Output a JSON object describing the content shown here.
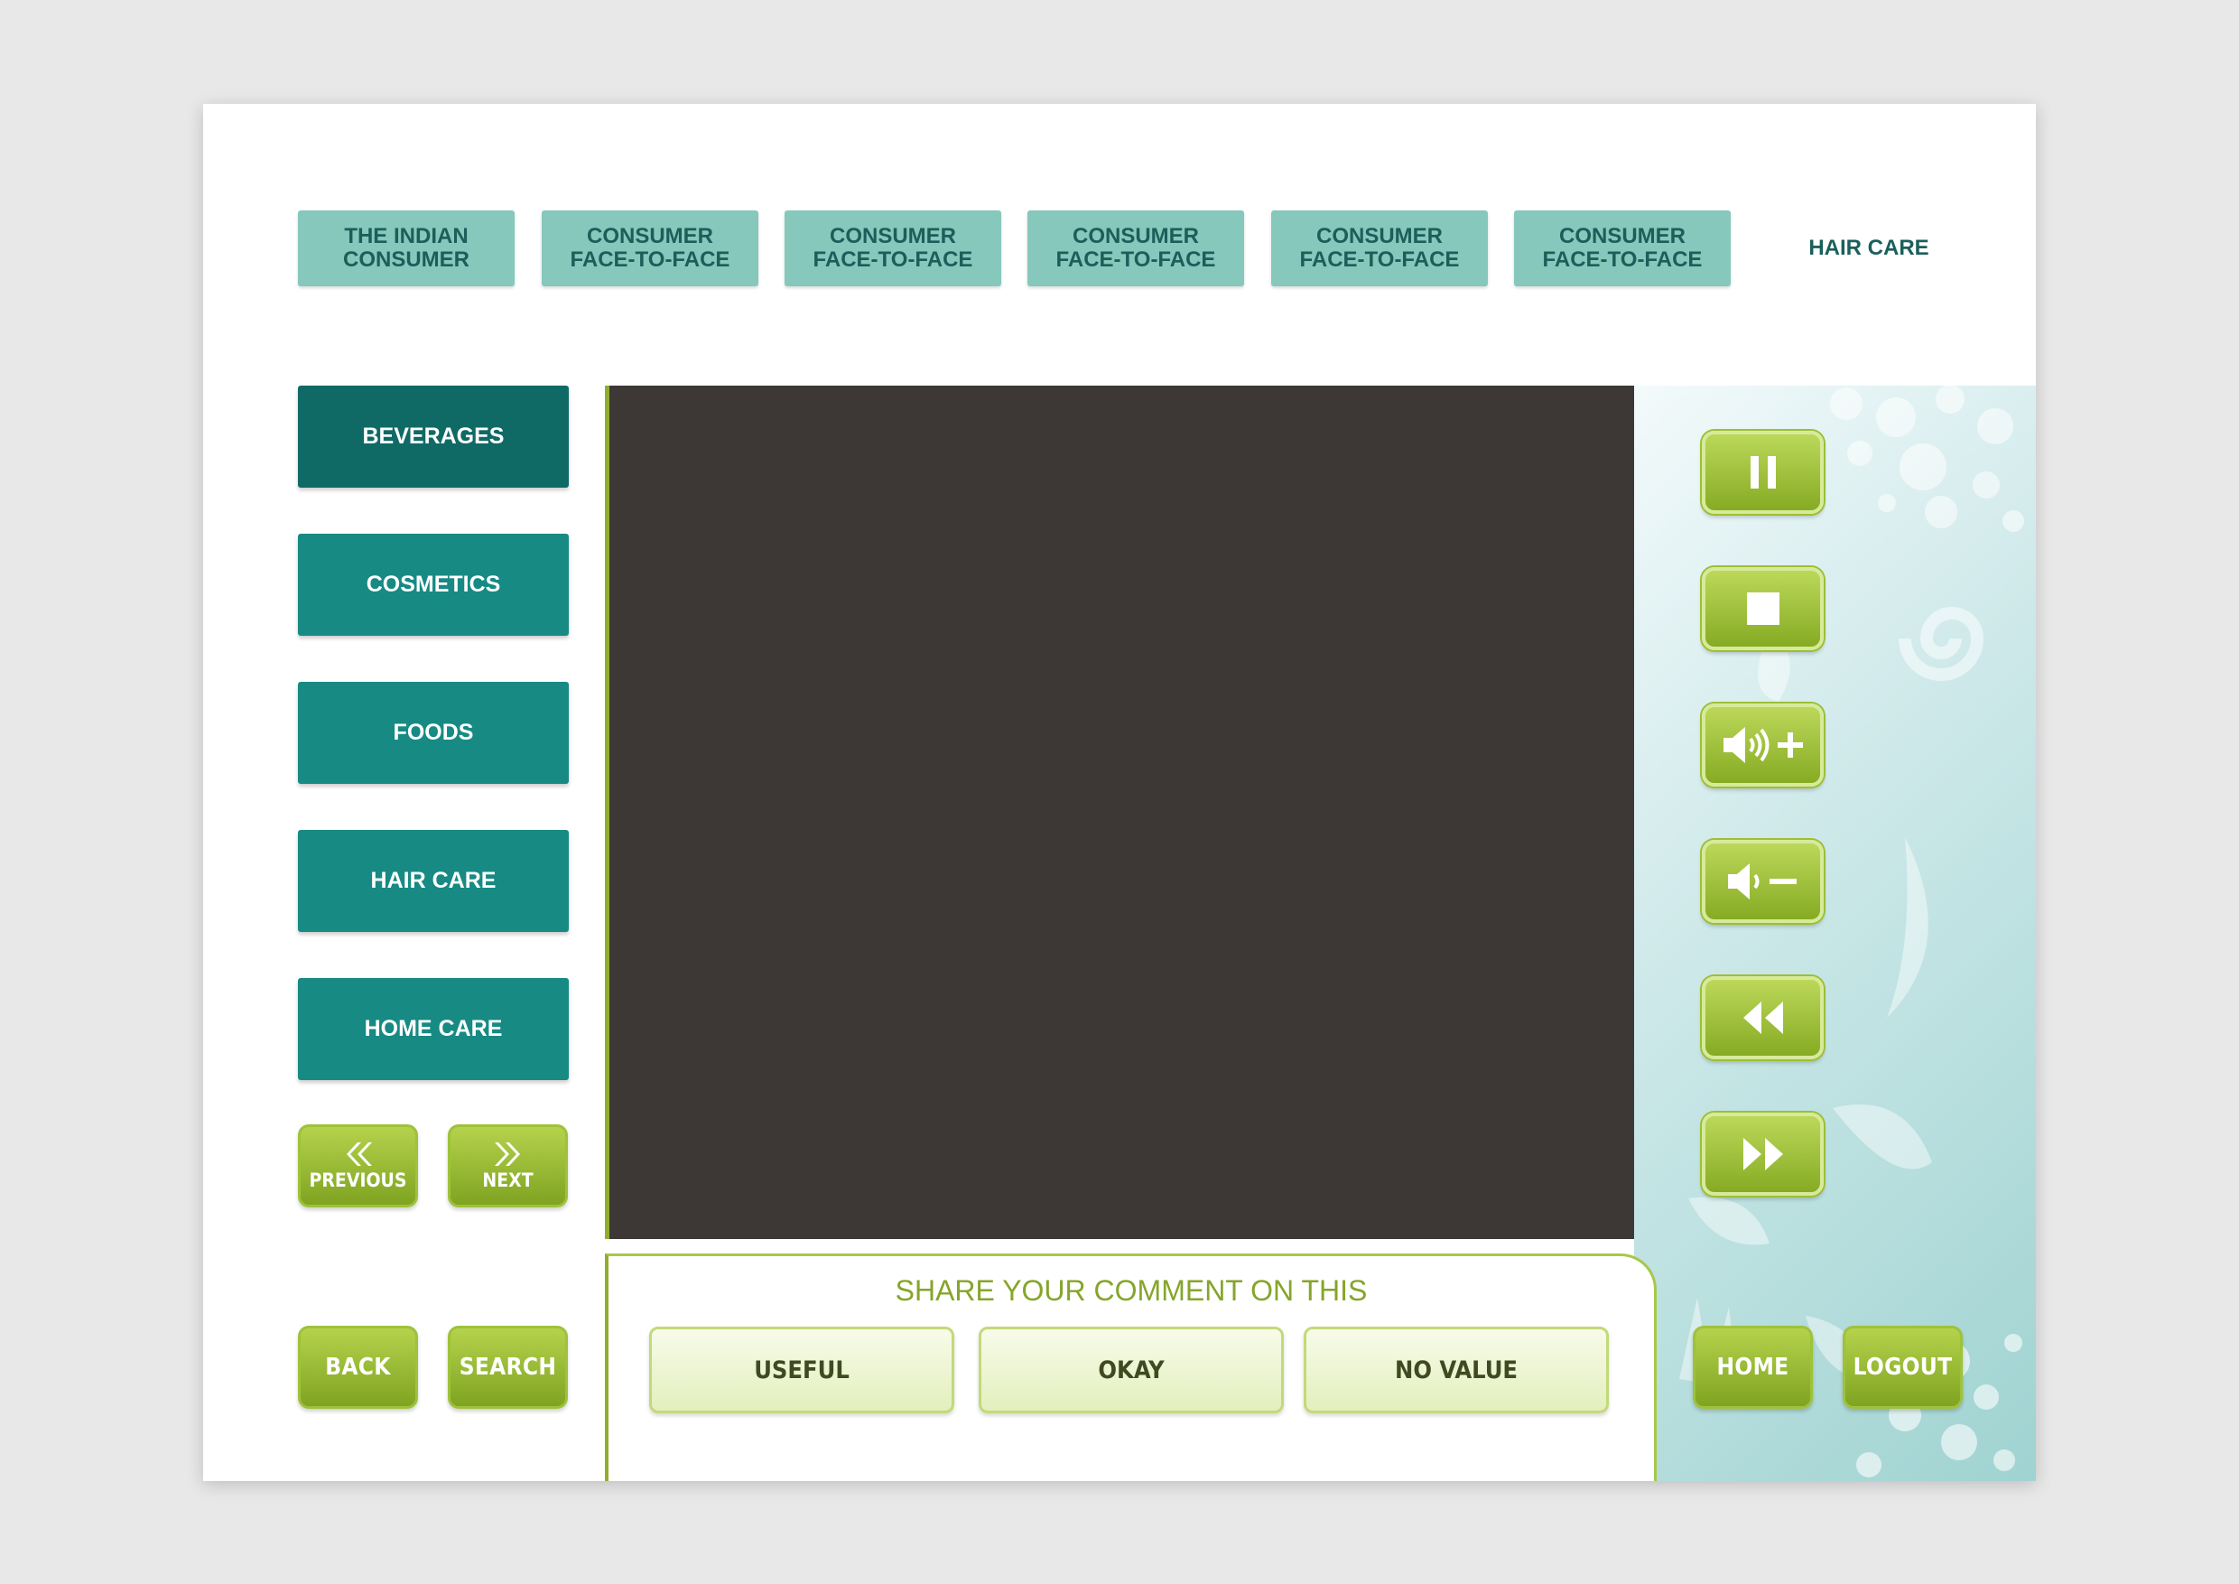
{
  "breadcrumb": [
    {
      "label": "THE INDIAN\nCONSUMER"
    },
    {
      "label": "CONSUMER\nFACE-TO-FACE"
    },
    {
      "label": "CONSUMER\nFACE-TO-FACE"
    },
    {
      "label": "CONSUMER\nFACE-TO-FACE"
    },
    {
      "label": "CONSUMER\nFACE-TO-FACE"
    },
    {
      "label": "CONSUMER\nFACE-TO-FACE"
    }
  ],
  "current_section": "HAIR CARE",
  "categories": [
    {
      "label": "BEVERAGES",
      "active": true
    },
    {
      "label": "COSMETICS",
      "active": false
    },
    {
      "label": "FOODS",
      "active": false
    },
    {
      "label": "HAIR CARE",
      "active": false
    },
    {
      "label": "HOME CARE",
      "active": false
    }
  ],
  "pager": {
    "previous_label": "PREVIOUS",
    "next_label": "NEXT"
  },
  "nav": {
    "back_label": "BACK",
    "search_label": "SEARCH",
    "home_label": "HOME",
    "logout_label": "LOGOUT"
  },
  "comment": {
    "title": "SHARE YOUR COMMENT ON THIS",
    "options": [
      {
        "label": "USEFUL"
      },
      {
        "label": "OKAY"
      },
      {
        "label": "NO VALUE"
      }
    ]
  },
  "player_controls": [
    {
      "name": "pause-icon"
    },
    {
      "name": "stop-icon"
    },
    {
      "name": "volume-up-icon"
    },
    {
      "name": "volume-down-icon"
    },
    {
      "name": "rewind-icon"
    },
    {
      "name": "fast-forward-icon"
    }
  ],
  "colors": {
    "teal_dark": "#0f6a66",
    "teal": "#178a84",
    "teal_light": "#86c8bb",
    "green": "#8fae2d",
    "video_bg": "#3d3835"
  }
}
